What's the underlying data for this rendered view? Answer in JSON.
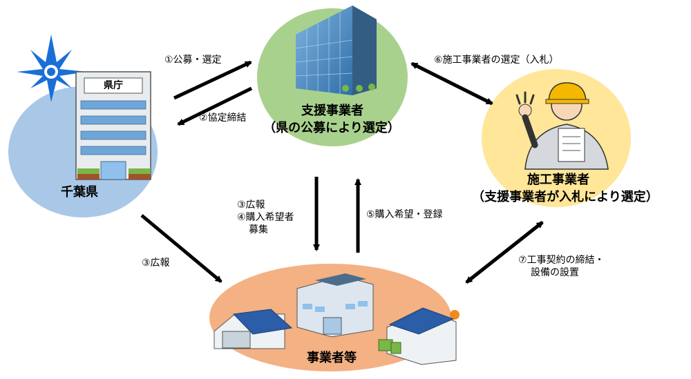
{
  "nodes": {
    "chiba": {
      "name": "千葉県",
      "building_sign": "県庁"
    },
    "support": {
      "title": "支援事業者",
      "subtitle": "（県の公募により選定）"
    },
    "contractor": {
      "title": "施工事業者",
      "subtitle": "（支援事業者が入札により選定）"
    },
    "businesses": {
      "title": "事業者等"
    }
  },
  "arrows": {
    "a1": "①公募・選定",
    "a2": "②協定締結",
    "a3_left": "③広報",
    "a3_center_1": "③広報",
    "a3_center_2": "④購入希望者",
    "a3_center_3": "募集",
    "a5": "⑤購入希望・登録",
    "a6": "⑥施工事業者の選定（入札）",
    "a7_1": "⑦工事契約の締結・",
    "a7_2": "設備の設置"
  },
  "colors": {
    "chiba_bg": "#a9c8e8",
    "support_bg": "#a9d18e",
    "contractor_bg": "#ffe699",
    "businesses_bg": "#f4b183",
    "chiba_emblem": "#1a6fd6",
    "arrow": "#000000"
  },
  "icons": [
    "chiba-emblem-icon",
    "prefectural-office-icon",
    "office-tower-icon",
    "worker-icon",
    "warehouse-solar-icon",
    "factory-icon",
    "solar-factory-icon"
  ]
}
